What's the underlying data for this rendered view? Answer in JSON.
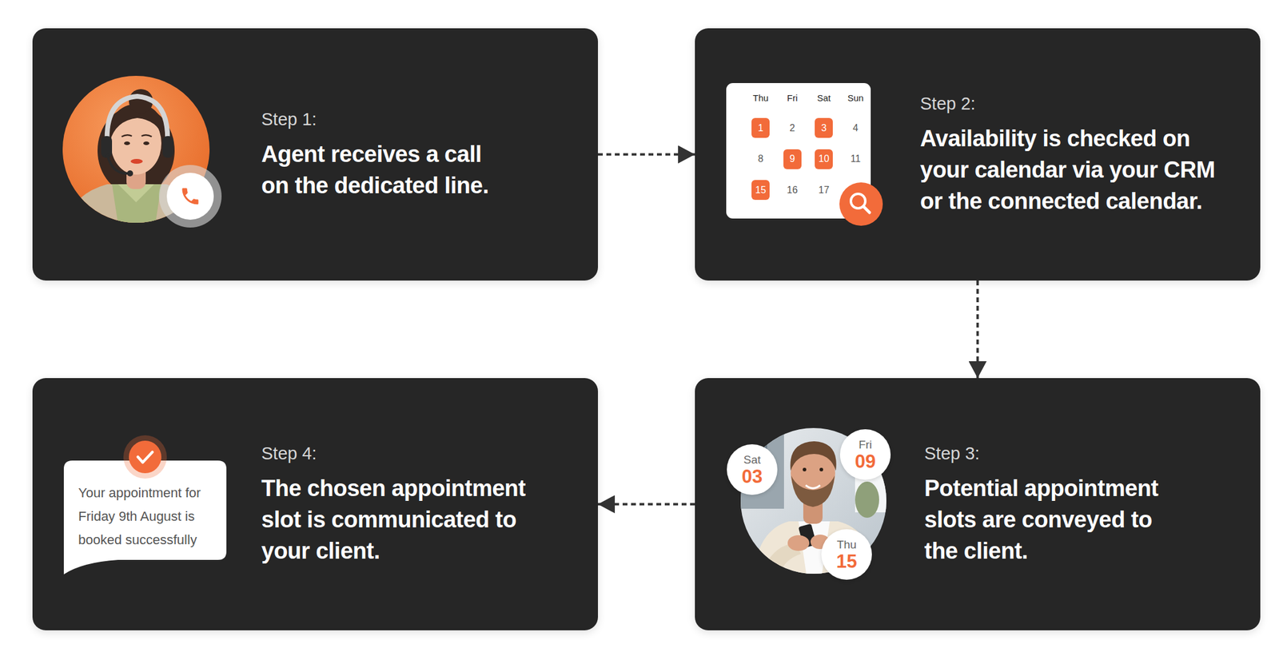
{
  "diagram": {
    "nodes": [
      {
        "text": [
          "Step 1:",
          "Agent receives a call on the dedicated line."
        ]
      },
      {
        "text": [
          "Step 2:",
          "Availability is checked on your calendar via your CRM or the connected calendar."
        ]
      },
      {
        "text": [
          "Thu",
          "Fri",
          "Sat",
          "Sun",
          "1",
          "2",
          "3",
          "4",
          "8",
          "9",
          "10",
          "11",
          "15",
          "16",
          "17"
        ],
        "in": 1
      },
      {
        "text": [
          "Step 3:",
          "Potential appointment slots are conveyed to the client."
        ]
      },
      {
        "text": [
          "Sat",
          "03"
        ],
        "in": 3
      },
      {
        "text": [
          "Fri",
          "09"
        ],
        "in": 3
      },
      {
        "text": [
          "Thu",
          "15"
        ],
        "in": 3
      },
      {
        "text": [
          "Step 4:",
          "The chosen appointment slot is communicated to your client."
        ]
      },
      {
        "text": [
          "Your appointment for Friday 9th August is booked successfully"
        ],
        "in": 7
      }
    ],
    "edges": [
      {
        "from": 0,
        "to": 1,
        "arrow": "to"
      },
      {
        "from": 1,
        "to": 3,
        "arrow": "to"
      },
      {
        "from": 3,
        "to": 7,
        "arrow": "to"
      }
    ]
  }
}
